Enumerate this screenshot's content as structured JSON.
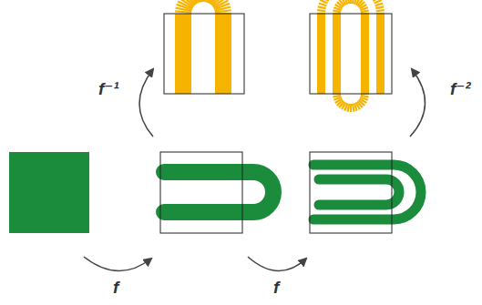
{
  "diagram": {
    "labels": [
      "f⁻¹",
      "f⁻²",
      "f",
      "f"
    ]
  }
}
